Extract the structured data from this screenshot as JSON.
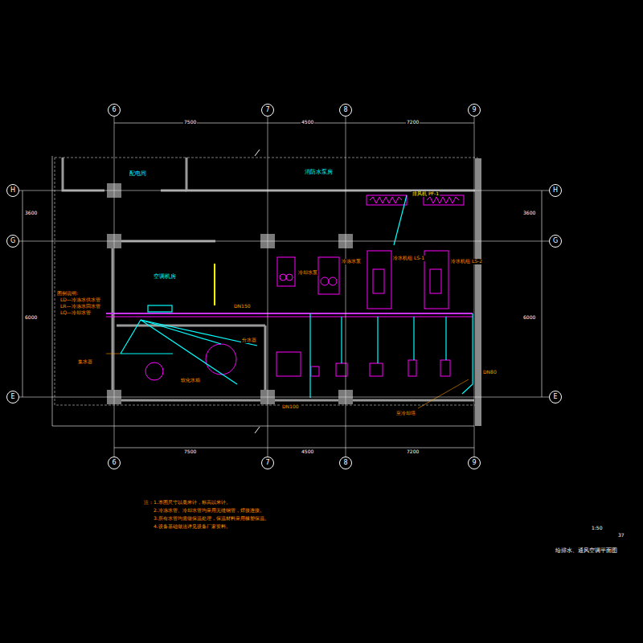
{
  "diagram": {
    "title": "给排水、通风空调平面图",
    "nodes": [
      {
        "text": [
          "6"
        ]
      },
      {
        "text": [
          "7"
        ]
      },
      {
        "text": [
          "8"
        ]
      },
      {
        "text": [
          "9"
        ]
      },
      {
        "text": [
          "H"
        ]
      },
      {
        "text": [
          "H"
        ]
      },
      {
        "text": [
          "G"
        ]
      },
      {
        "text": [
          "G"
        ]
      },
      {
        "text": [
          "E"
        ]
      },
      {
        "text": [
          "E"
        ]
      },
      {
        "text": [
          "6"
        ]
      },
      {
        "text": [
          "7"
        ]
      },
      {
        "text": [
          "8"
        ]
      },
      {
        "text": [
          "9"
        ]
      }
    ],
    "edges": [
      {
        "from": 0,
        "to": 10,
        "arrow": "none"
      },
      {
        "from": 1,
        "to": 11,
        "arrow": "none"
      },
      {
        "from": 2,
        "to": 12,
        "arrow": "none"
      },
      {
        "from": 3,
        "to": 13,
        "arrow": "none"
      },
      {
        "from": 4,
        "to": 5,
        "arrow": "none"
      },
      {
        "from": 6,
        "to": 7,
        "arrow": "none"
      },
      {
        "from": 8,
        "to": 9,
        "arrow": "none"
      }
    ],
    "labels": [
      "7500",
      "4500",
      "7200",
      "7500",
      "4500",
      "7200",
      "3600",
      "6000",
      "3600",
      "6000",
      "配电间",
      "消防水泵房",
      "空调机房",
      "排风机 PF-1",
      "冷水机组 LS-1",
      "冷水机组 LS-2",
      "冷冻水泵",
      "冷却水泵",
      "DN150",
      "分水器",
      "集水器",
      "软化水箱",
      "DN100",
      "至冷却塔",
      "DN80",
      "图例说明:",
      "LD—冷冻水供水管",
      "LR—冷冻水回水管",
      "LQ—冷却水管",
      "注：1.本图尺寸以毫米计，标高以米计。",
      "2.冷冻水管、冷却水管均采用无缝钢管，焊接连接。",
      "3.所有水管均需做保温处理，保温材料采用橡塑保温。",
      "4.设备基础做法详见设备厂家资料。",
      "1:50",
      "37"
    ]
  }
}
